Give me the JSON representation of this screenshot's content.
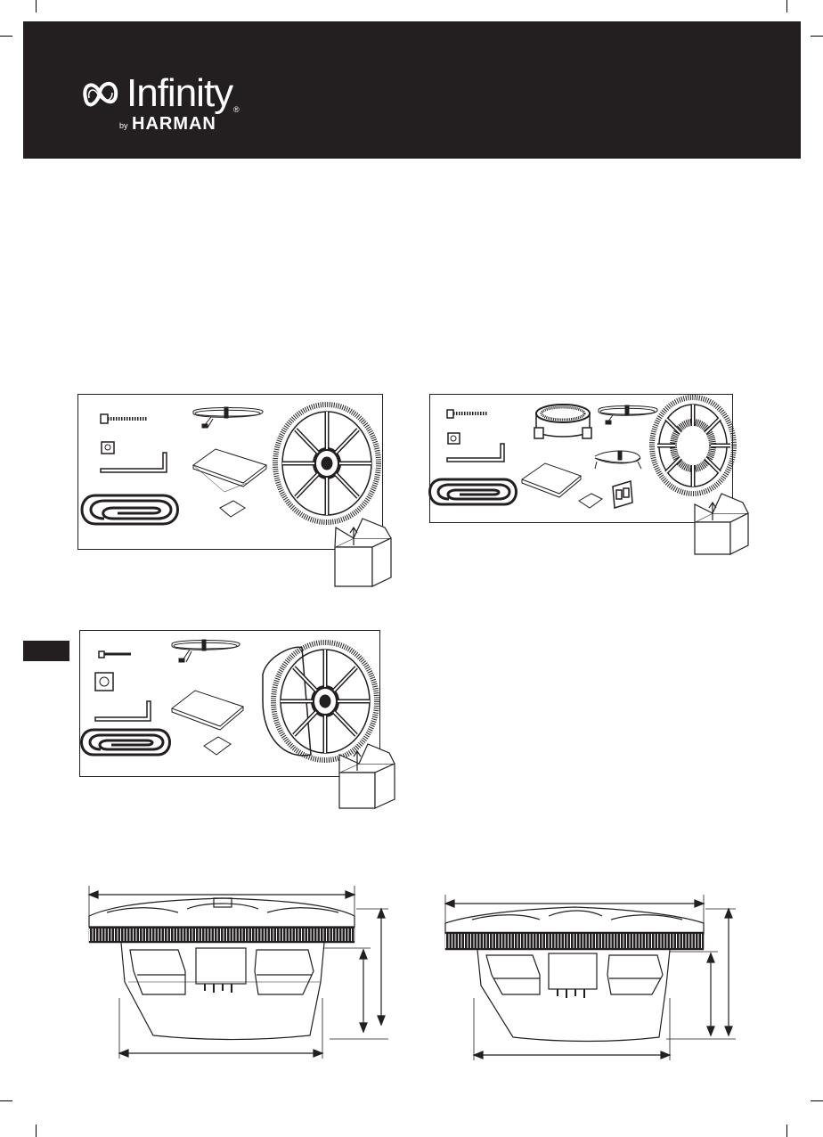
{
  "header": {
    "brand": {
      "name": "Infinity",
      "by": "by",
      "company": "HARMAN",
      "registered": "®"
    },
    "background": "#231f20"
  },
  "side_tab": {
    "color": "#231f20"
  },
  "kits": [
    {
      "name": "kit-coaxial-a",
      "items": [
        "screw-icon",
        "clip-icon",
        "hex-key-icon",
        "grille-clip-icon",
        "wire-harness-icon",
        "manual-sheet-icon",
        "label-strip-icon",
        "speaker-grille-icon",
        "box-icon"
      ]
    },
    {
      "name": "kit-component",
      "items": [
        "screw-icon",
        "clip-icon",
        "hex-key-icon",
        "grille-clip-icon",
        "tweeter-icon",
        "wire-harness-icon",
        "crossover-wire-icon",
        "manual-sheet-icon",
        "label-strip-icon",
        "bracket-icon",
        "speaker-grille-icon",
        "box-icon"
      ]
    },
    {
      "name": "kit-coaxial-b",
      "items": [
        "screw-icon",
        "clip-icon",
        "hex-key-icon",
        "grille-clip-icon",
        "wire-harness-icon",
        "manual-sheet-icon",
        "label-strip-icon",
        "speaker-grille-icon",
        "box-icon"
      ]
    }
  ],
  "dimension_drawings": [
    "dimension-drawing-left",
    "dimension-drawing-right"
  ]
}
